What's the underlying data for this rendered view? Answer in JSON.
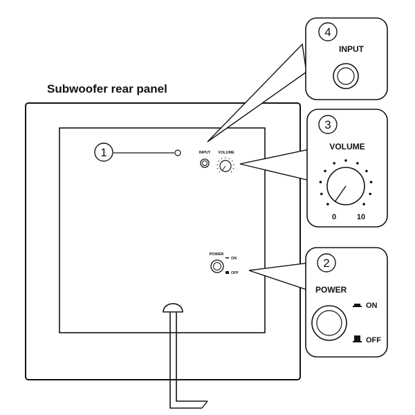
{
  "title": "Subwoofer rear panel",
  "callouts": {
    "c1": {
      "number": "1"
    },
    "c2": {
      "number": "2",
      "label": "POWER",
      "on_label": "ON",
      "off_label": "OFF"
    },
    "c3": {
      "number": "3",
      "label": "VOLUME",
      "scale_min": "0",
      "scale_max": "10"
    },
    "c4": {
      "number": "4",
      "label": "INPUT"
    }
  },
  "panel": {
    "input_label": "INPUT",
    "volume_label": "VOLUME",
    "power_label": "POWER",
    "on_label": "ON",
    "off_label": "OFF"
  }
}
